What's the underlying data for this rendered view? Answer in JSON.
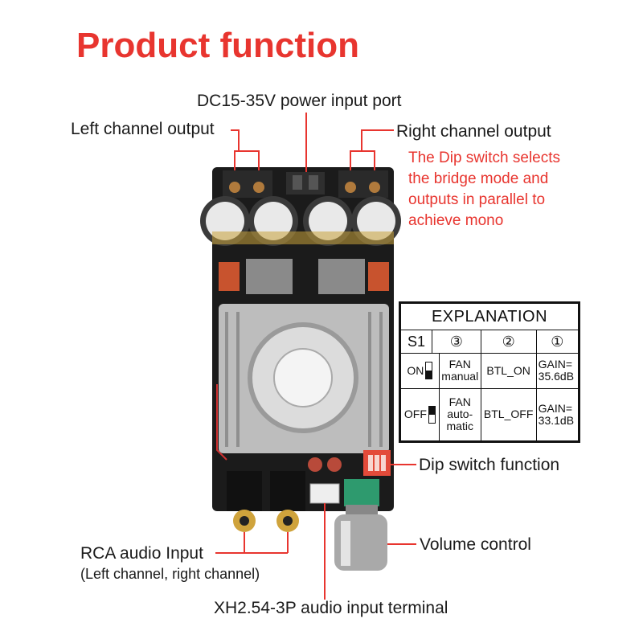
{
  "title": "Product function",
  "labels": {
    "power_port": "DC15-35V power input port",
    "left_out": "Left channel output",
    "right_out": "Right channel output",
    "dip_switch": "Dip switch function",
    "volume": "Volume control",
    "rca_line1": "RCA audio Input",
    "rca_line2": "(Left channel, right channel)",
    "xh_terminal": "XH2.54-3P audio input terminal"
  },
  "note": [
    "The Dip switch selects",
    "the bridge mode and",
    "outputs in parallel to",
    "achieve mono"
  ],
  "explanation": {
    "heading": "EXPLANATION",
    "col_s1": "S1",
    "col3": "③",
    "col2": "②",
    "col1": "①",
    "rows": [
      {
        "state": "ON",
        "fan_line1": "FAN",
        "fan_line2": "manual",
        "btl": "BTL_ON",
        "gain_line1": "GAIN=",
        "gain_line2": "35.6dB"
      },
      {
        "state": "OFF",
        "fan_line1": "FAN",
        "fan_line2": "auto-",
        "fan_line3": "matic",
        "btl": "BTL_OFF",
        "gain_line1": "GAIN=",
        "gain_line2": "33.1dB"
      }
    ]
  },
  "colors": {
    "accent": "#e8352f",
    "pcb": "#1b1b1b",
    "heatsink": "#c9c9c9",
    "dip": "#e34b3a"
  }
}
